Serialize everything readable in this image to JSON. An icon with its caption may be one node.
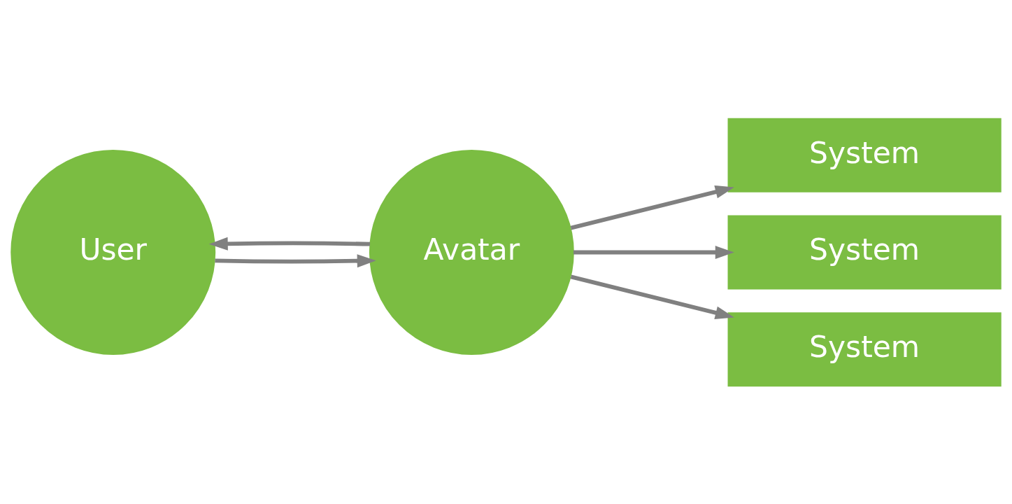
{
  "diagram": {
    "nodes": [
      {
        "text": [
          "User"
        ]
      },
      {
        "text": [
          "Avatar"
        ]
      },
      {
        "text": [
          "System"
        ]
      },
      {
        "text": [
          "System"
        ]
      },
      {
        "text": [
          "System"
        ]
      }
    ],
    "edges": [
      {
        "from": 0,
        "to": 1,
        "arrow": "to"
      },
      {
        "from": 1,
        "to": 0,
        "arrow": "to"
      },
      {
        "from": 1,
        "to": 2,
        "arrow": "to"
      },
      {
        "from": 1,
        "to": 3,
        "arrow": "to"
      },
      {
        "from": 1,
        "to": 4,
        "arrow": "to"
      }
    ]
  }
}
